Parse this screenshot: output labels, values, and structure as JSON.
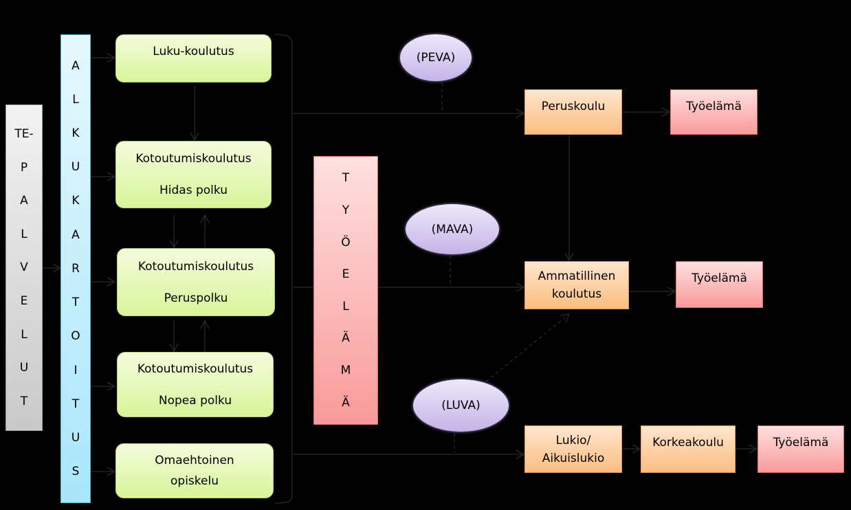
{
  "te_palvelut": {
    "letters": [
      "TE-",
      "P",
      "A",
      "L",
      "V",
      "E",
      "L",
      "U",
      "T"
    ]
  },
  "alkukartoitus": {
    "letters": [
      "A",
      "L",
      "K",
      "U",
      "K",
      "A",
      "R",
      "T",
      "O",
      "I",
      "T",
      "U",
      "S"
    ]
  },
  "tyoelama_bar": {
    "letters": [
      "T",
      "Y",
      "Ö",
      "E",
      "L",
      "Ä",
      "M",
      "Ä"
    ]
  },
  "green": {
    "luku": "Luku-koulutus",
    "hidas": [
      "Kotoutumiskoulutus",
      "Hidas polku"
    ],
    "perus": [
      "Kotoutumiskoulutus",
      "Peruspolku"
    ],
    "nopea": [
      "Kotoutumiskoulutus",
      "Nopea polku"
    ],
    "oma": [
      "Omaehtoinen",
      "opiskelu"
    ]
  },
  "ellipses": {
    "peva": "(PEVA)",
    "mava": "(MAVA)",
    "luva": "(LUVA)"
  },
  "orange": {
    "peruskoulu": "Peruskoulu",
    "ammatillinen": [
      "Ammatillinen",
      "koulutus"
    ],
    "lukio": [
      "Lukio/",
      "Aikuislukio"
    ],
    "korkeakoulu": "Korkeakoulu"
  },
  "tyoelama": {
    "t1": "Työelämä",
    "t2": "Työelämä",
    "t3": "Työelämä"
  }
}
